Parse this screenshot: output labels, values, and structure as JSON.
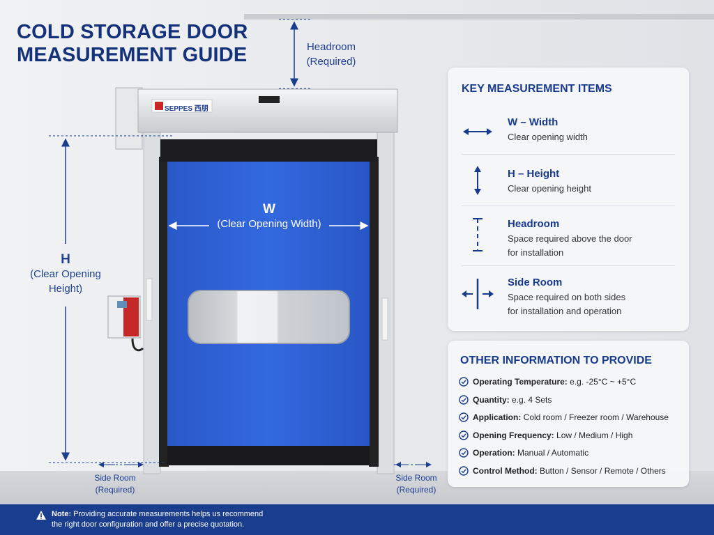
{
  "title_line1": "COLD STORAGE DOOR",
  "title_line2": "MEASUREMENT GUIDE",
  "brand": "SEPPES 西朋",
  "headroom": {
    "line1": "Headroom",
    "line2": "(Required)"
  },
  "width_label": {
    "letter": "W",
    "text": "(Clear Opening Width)"
  },
  "height_label": {
    "letter": "H",
    "line1": "(Clear Opening",
    "line2": "Height)"
  },
  "side_room_left": {
    "line1": "Side Room",
    "line2": "(Required)"
  },
  "side_room_right": {
    "line1": "Side Room",
    "line2": "(Required)"
  },
  "key_items": {
    "title": "KEY MEASUREMENT ITEMS",
    "items": [
      {
        "icon": "width-arrow-icon",
        "title": "W – Width",
        "desc": "Clear opening width"
      },
      {
        "icon": "height-arrow-icon",
        "title": "H – Height",
        "desc": "Clear opening height"
      },
      {
        "icon": "headroom-icon",
        "title": "Headroom",
        "desc1": "Space required above the door",
        "desc2": "for installation"
      },
      {
        "icon": "side-room-icon",
        "title": "Side Room",
        "desc1": "Space required on both sides",
        "desc2": "for installation and operation"
      }
    ]
  },
  "other_info": {
    "title": "OTHER INFORMATION TO PROVIDE",
    "rows": [
      {
        "label": "Operating Temperature:",
        "value": "e.g. -25°C ~ +5°C"
      },
      {
        "label": "Quantity:",
        "value": "e.g. 4 Sets"
      },
      {
        "label": "Application:",
        "value": "Cold room / Freezer room / Warehouse"
      },
      {
        "label": "Opening Frequency:",
        "value": "Low / Medium / High"
      },
      {
        "label": "Operation:",
        "value": "Manual / Automatic"
      },
      {
        "label": "Control Method:",
        "value": "Button / Sensor / Remote / Others"
      }
    ]
  },
  "note": {
    "label": "Note:",
    "line1": "Providing accurate measurements helps us recommend",
    "line2": "the right door configuration and offer a precise quotation."
  },
  "colors": {
    "accent": "#1a3d8e",
    "door_blue": "#2f63d6",
    "text_blue": "#173a8c",
    "wall": "#e9ebee"
  }
}
